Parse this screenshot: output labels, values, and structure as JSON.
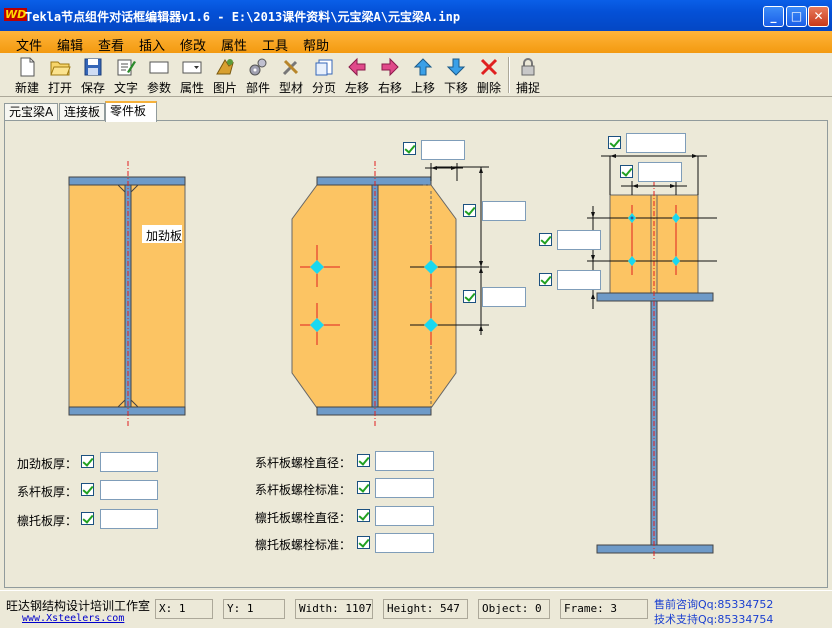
{
  "window": {
    "icon_text": "WD",
    "title": "Tekla节点组件对话框编辑器v1.6 - E:\\2013课件资料\\元宝梁A\\元宝梁A.inp",
    "minimize": "_",
    "maximize": "□",
    "close": "✕"
  },
  "menu": [
    "文件",
    "编辑",
    "查看",
    "插入",
    "修改",
    "属性",
    "工具",
    "帮助"
  ],
  "toolbar": [
    {
      "label": "新建",
      "icon": "new-file-icon"
    },
    {
      "label": "打开",
      "icon": "open-folder-icon"
    },
    {
      "label": "保存",
      "icon": "save-disk-icon"
    },
    {
      "label": "文字",
      "icon": "text-edit-icon"
    },
    {
      "label": "参数",
      "icon": "parameter-box-icon"
    },
    {
      "label": "属性",
      "icon": "attribute-dropdown-icon"
    },
    {
      "label": "图片",
      "icon": "picture-icon"
    },
    {
      "label": "部件",
      "icon": "gear-icon"
    },
    {
      "label": "型材",
      "icon": "tools-icon"
    },
    {
      "label": "分页",
      "icon": "page-icon"
    },
    {
      "label": "左移",
      "icon": "arrow-left-icon"
    },
    {
      "label": "右移",
      "icon": "arrow-right-icon"
    },
    {
      "label": "上移",
      "icon": "arrow-up-icon"
    },
    {
      "label": "下移",
      "icon": "arrow-down-icon"
    },
    {
      "label": "删除",
      "icon": "delete-x-icon"
    },
    {
      "label": "捕捉",
      "icon": "lock-icon"
    }
  ],
  "tabs": [
    "元宝梁A",
    "连接板",
    "零件板"
  ],
  "active_tab": 2,
  "canvas": {
    "stiffener_label": "加劲板",
    "left_fields": [
      {
        "label": "加劲板厚：",
        "checked": true,
        "value": ""
      },
      {
        "label": "系杆板厚：",
        "checked": true,
        "value": ""
      },
      {
        "label": "檩托板厚：",
        "checked": true,
        "value": ""
      }
    ],
    "mid_fields": [
      {
        "label": "系杆板螺栓直径：",
        "checked": true,
        "value": ""
      },
      {
        "label": "系杆板螺栓标准：",
        "checked": true,
        "value": ""
      },
      {
        "label": "檩托板螺栓直径：",
        "checked": true,
        "value": ""
      },
      {
        "label": "檩托板螺栓标准：",
        "checked": true,
        "value": ""
      }
    ]
  },
  "colors": {
    "plate": "#fcc463",
    "flange": "#6e9ac8",
    "centerline": "#e02020",
    "bolt": "#19d8f0",
    "title_bar": "#0450d6",
    "menu_bar": "#f5a623"
  },
  "status": {
    "studio": "旺达钢结构设计培训工作室",
    "site": "www.Xsteelers.com",
    "x": "X: 1",
    "y": "Y: 1",
    "width": "Width: 1107",
    "height": "Height: 547",
    "object": "Object: 0",
    "frame": "Frame: 3",
    "presale": "售前咨询Qq:85334752",
    "support": "技术支持Qq:85334754"
  }
}
